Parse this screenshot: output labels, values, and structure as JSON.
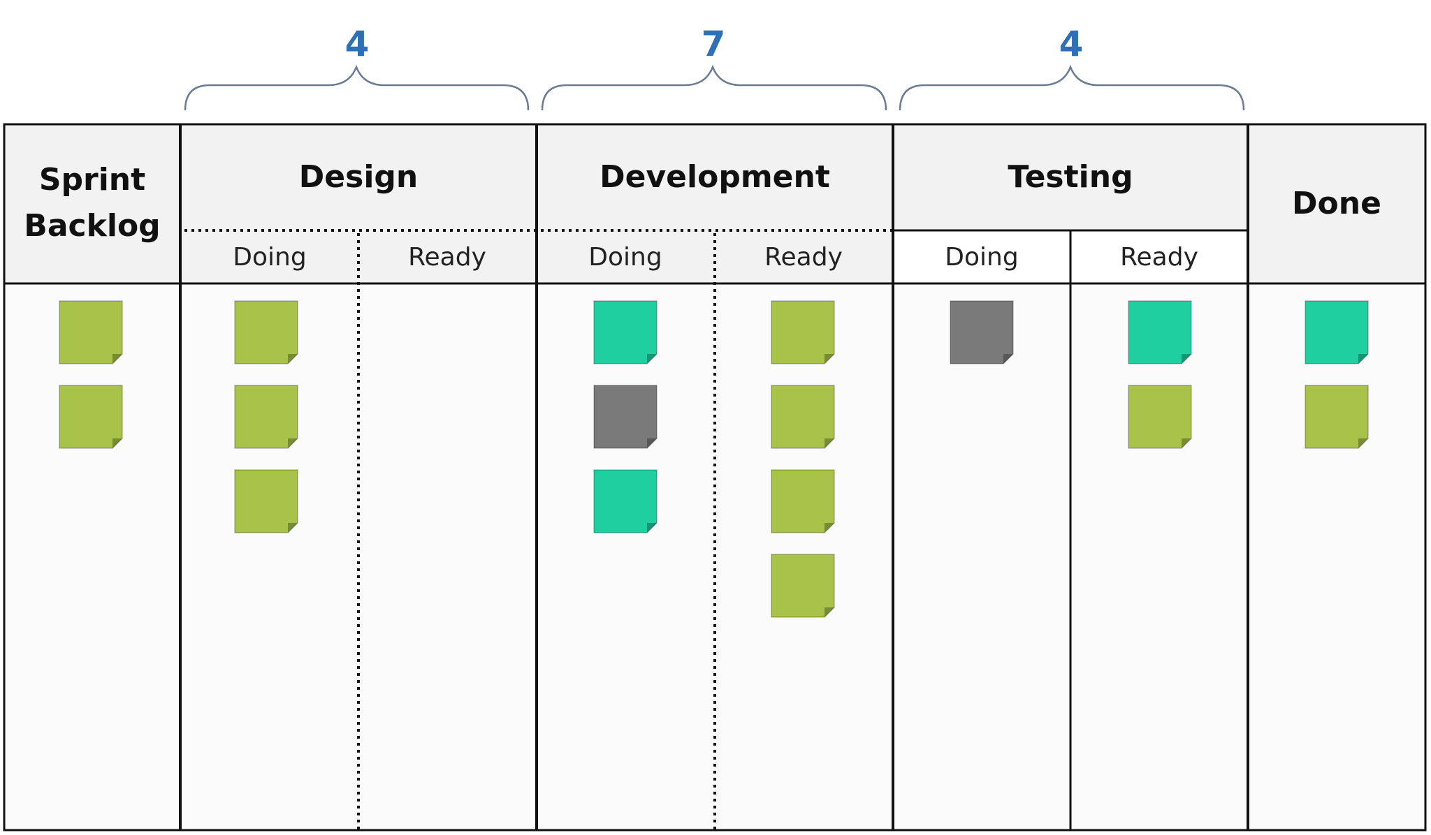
{
  "wip_limits": [
    {
      "stage": "design",
      "value": "4"
    },
    {
      "stage": "development",
      "value": "7"
    },
    {
      "stage": "testing",
      "value": "4"
    }
  ],
  "columns": {
    "backlog": {
      "line1": "Sprint",
      "line2": "Backlog"
    },
    "design": {
      "title": "Design"
    },
    "development": {
      "title": "Development"
    },
    "testing": {
      "title": "Testing"
    },
    "done": {
      "title": "Done"
    }
  },
  "subcolumn_labels": {
    "doing": "Doing",
    "ready": "Ready"
  },
  "colors": {
    "card_green": "#a8c24a",
    "card_teal": "#1fcf9f",
    "card_gray": "#7a7a7a",
    "limit_blue": "#2e6fb5",
    "header_bg": "#f2f2f2",
    "body_bg": "#fbfbfb"
  },
  "cards": [
    {
      "lane": "backlog",
      "color": "green",
      "count": 2
    },
    {
      "lane": "design-doing",
      "colors": [
        "green",
        "green",
        "green"
      ]
    },
    {
      "lane": "design-ready",
      "colors": []
    },
    {
      "lane": "development-doing",
      "colors": [
        "teal",
        "gray",
        "teal"
      ]
    },
    {
      "lane": "development-ready",
      "colors": [
        "green",
        "green",
        "green",
        "green"
      ]
    },
    {
      "lane": "testing-doing",
      "colors": [
        "gray"
      ]
    },
    {
      "lane": "testing-ready",
      "colors": [
        "teal",
        "green"
      ]
    },
    {
      "lane": "done",
      "colors": [
        "teal",
        "green"
      ]
    }
  ]
}
